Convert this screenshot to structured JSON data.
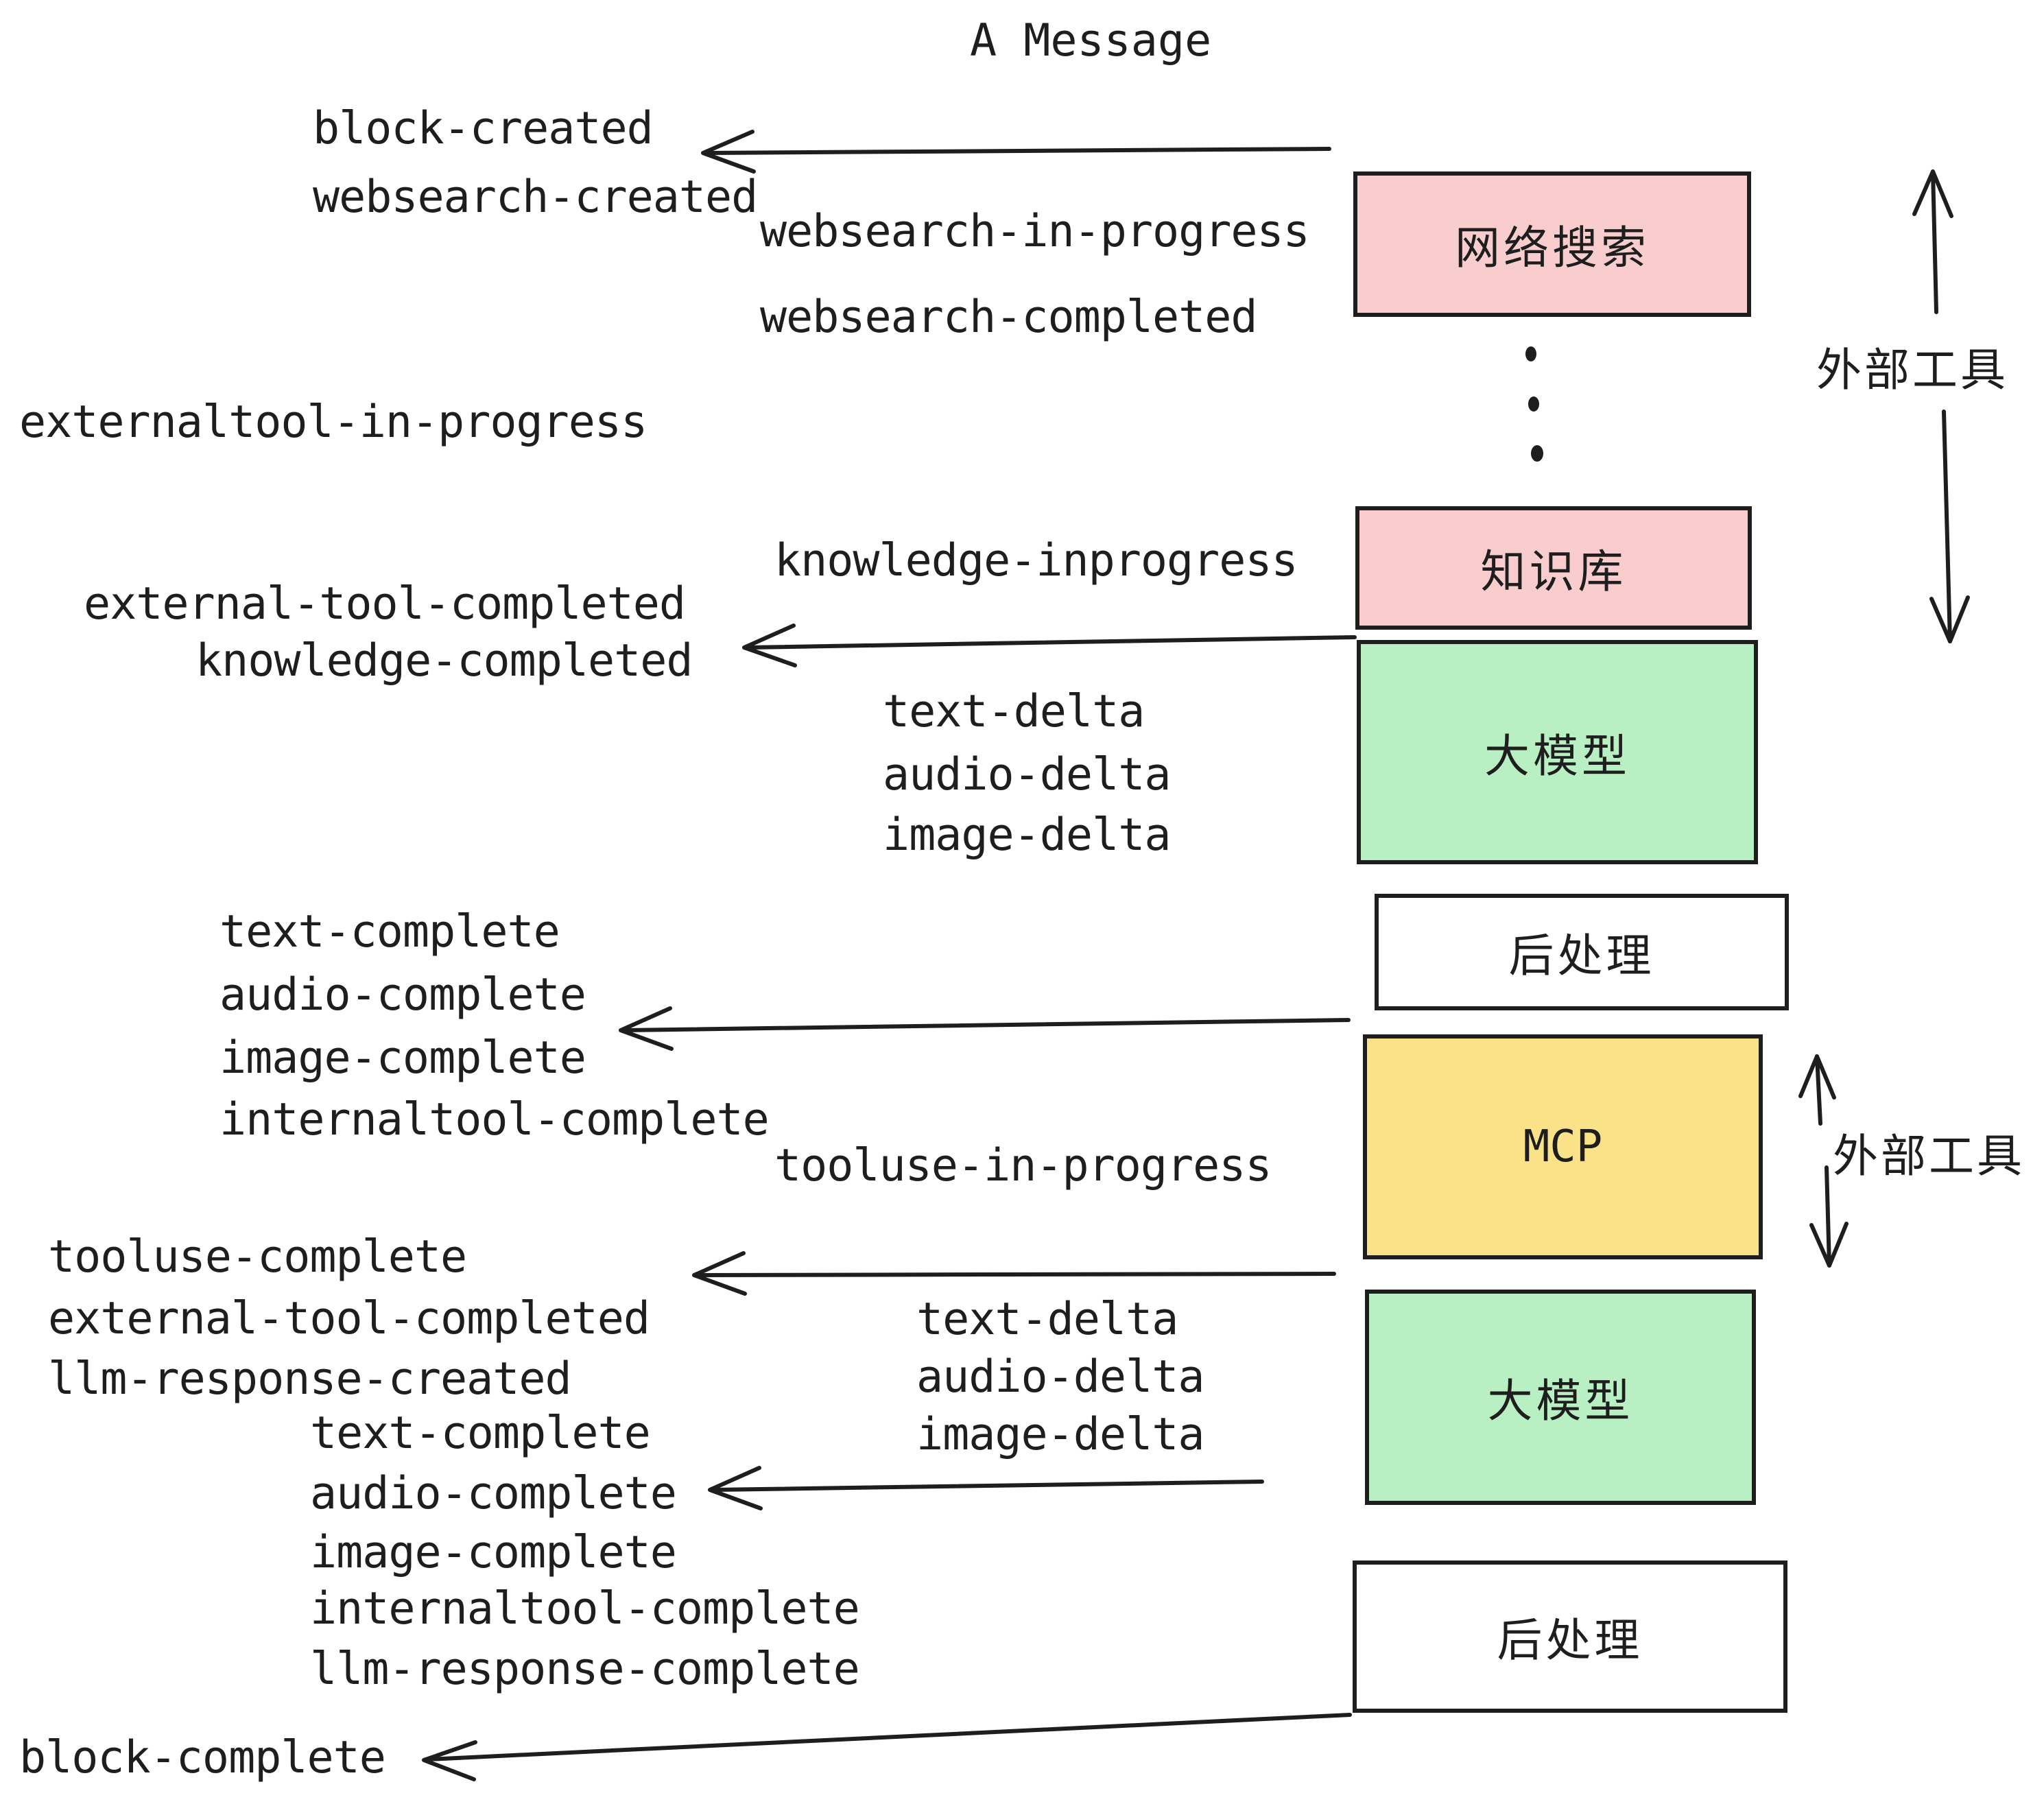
{
  "title": "A Message",
  "colors": {
    "pink": "#f9cdcd",
    "green": "#b9f0c3",
    "yellow": "#fae289",
    "white": "#ffffff",
    "line": "#1e1e1e"
  },
  "boxes": [
    {
      "label": "网络搜索",
      "type": "pink"
    },
    {
      "label": "知识库",
      "type": "pink"
    },
    {
      "label": "大模型",
      "type": "green"
    },
    {
      "label": "后处理",
      "type": "white"
    },
    {
      "label": "MCP",
      "type": "yellow"
    },
    {
      "label": "大模型",
      "type": "green"
    },
    {
      "label": "后处理",
      "type": "white"
    }
  ],
  "side_labels": [
    {
      "label": "外部工具"
    },
    {
      "label": "外部工具"
    }
  ],
  "events": [
    {
      "label": "block-created"
    },
    {
      "label": "websearch-created"
    },
    {
      "label": "websearch-in-progress"
    },
    {
      "label": "websearch-completed"
    },
    {
      "label": "externaltool-in-progress"
    },
    {
      "label": "knowledge-inprogress"
    },
    {
      "label": "external-tool-completed"
    },
    {
      "label": "knowledge-completed"
    },
    {
      "label": "text-delta"
    },
    {
      "label": "audio-delta"
    },
    {
      "label": "image-delta"
    },
    {
      "label": "text-complete"
    },
    {
      "label": "audio-complete"
    },
    {
      "label": "image-complete"
    },
    {
      "label": "internaltool-complete"
    },
    {
      "label": "tooluse-in-progress"
    },
    {
      "label": "tooluse-complete"
    },
    {
      "label": "external-tool-completed"
    },
    {
      "label": "llm-response-created"
    },
    {
      "label": "text-complete"
    },
    {
      "label": "audio-complete"
    },
    {
      "label": "image-complete"
    },
    {
      "label": "internaltool-complete"
    },
    {
      "label": "llm-response-complete"
    },
    {
      "label": "text-delta"
    },
    {
      "label": "audio-delta"
    },
    {
      "label": "image-delta"
    },
    {
      "label": "block-complete"
    }
  ]
}
